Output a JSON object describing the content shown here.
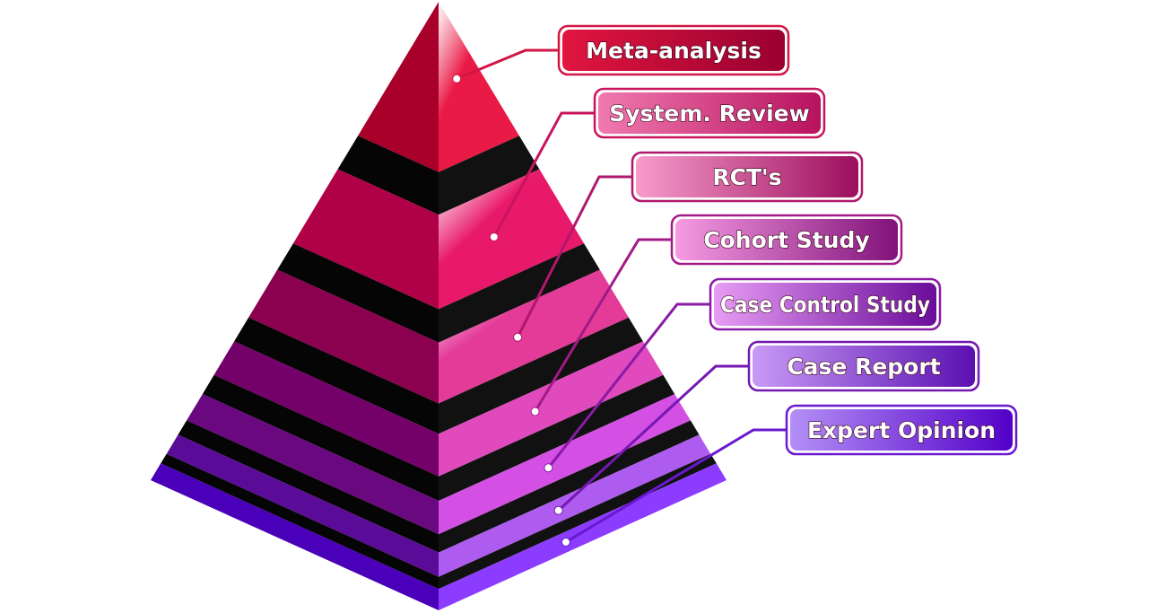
{
  "diagram": {
    "levels": [
      {
        "label": "Meta-analysis",
        "left_color": "#a8002a",
        "right_color": "#ea1a46",
        "badge_from": "#e0163f",
        "badge_to": "#9a0030",
        "connector": "#d11645"
      },
      {
        "label": "System. Review",
        "left_color": "#b00048",
        "right_color": "#e8186a",
        "badge_from": "#f07ab0",
        "badge_to": "#b8125e",
        "connector": "#c8145e"
      },
      {
        "label": "RCT's",
        "left_color": "#8c0050",
        "right_color": "#e43a98",
        "badge_from": "#f79ccb",
        "badge_to": "#9c0e5e",
        "connector": "#b0186e"
      },
      {
        "label": "Cohort Study",
        "left_color": "#74006a",
        "right_color": "#e04abc",
        "badge_from": "#f69ae2",
        "badge_to": "#80127a",
        "connector": "#a21a86"
      },
      {
        "label": "Case Control Study",
        "left_color": "#6a0880",
        "right_color": "#d450e4",
        "badge_from": "#e79cf4",
        "badge_to": "#6a0c9a",
        "connector": "#8a1aa6"
      },
      {
        "label": "Case Report",
        "left_color": "#5a0c98",
        "right_color": "#ae5cf0",
        "badge_from": "#c89af6",
        "badge_to": "#5a10b0",
        "connector": "#7418b2"
      },
      {
        "label": "Expert Opinion",
        "left_color": "#4a00b8",
        "right_color": "#8c3cff",
        "badge_from": "#b48ff6",
        "badge_to": "#5200c8",
        "connector": "#6a18d0"
      }
    ],
    "band_color": "#050505"
  }
}
